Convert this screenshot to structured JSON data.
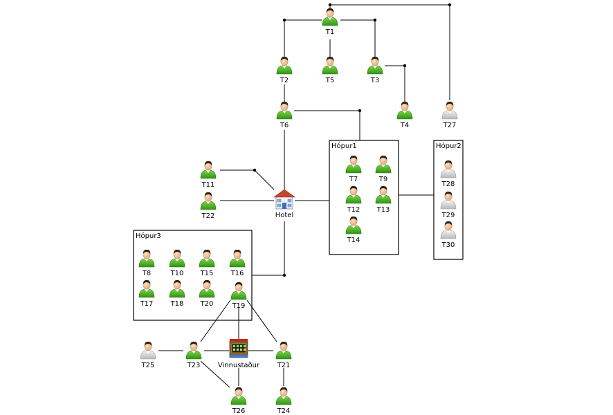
{
  "diagram": {
    "groups": [
      {
        "id": "g1",
        "label": "Hópur1"
      },
      {
        "id": "g2",
        "label": "Hópur2"
      },
      {
        "id": "g3",
        "label": "Hópur3"
      }
    ],
    "nodes": [
      {
        "id": "T1",
        "label": "T1",
        "kind": "person",
        "status": "active"
      },
      {
        "id": "T2",
        "label": "T2",
        "kind": "person",
        "status": "active"
      },
      {
        "id": "T5",
        "label": "T5",
        "kind": "person",
        "status": "active"
      },
      {
        "id": "T3",
        "label": "T3",
        "kind": "person",
        "status": "active"
      },
      {
        "id": "T4",
        "label": "T4",
        "kind": "person",
        "status": "active"
      },
      {
        "id": "T27",
        "label": "T27",
        "kind": "person",
        "status": "inactive"
      },
      {
        "id": "T6",
        "label": "T6",
        "kind": "person",
        "status": "active"
      },
      {
        "id": "T11",
        "label": "T11",
        "kind": "person",
        "status": "active"
      },
      {
        "id": "T22",
        "label": "T22",
        "kind": "person",
        "status": "active"
      },
      {
        "id": "Hotel",
        "label": "Hotel",
        "kind": "hotel"
      },
      {
        "id": "T7",
        "label": "T7",
        "kind": "person",
        "status": "active"
      },
      {
        "id": "T9",
        "label": "T9",
        "kind": "person",
        "status": "active"
      },
      {
        "id": "T12",
        "label": "T12",
        "kind": "person",
        "status": "active"
      },
      {
        "id": "T13",
        "label": "T13",
        "kind": "person",
        "status": "active"
      },
      {
        "id": "T14",
        "label": "T14",
        "kind": "person",
        "status": "active"
      },
      {
        "id": "T28",
        "label": "T28",
        "kind": "person",
        "status": "inactive"
      },
      {
        "id": "T29",
        "label": "T29",
        "kind": "person",
        "status": "inactive"
      },
      {
        "id": "T30",
        "label": "T30",
        "kind": "person",
        "status": "inactive"
      },
      {
        "id": "T8",
        "label": "T8",
        "kind": "person",
        "status": "active"
      },
      {
        "id": "T10",
        "label": "T10",
        "kind": "person",
        "status": "active"
      },
      {
        "id": "T15",
        "label": "T15",
        "kind": "person",
        "status": "active"
      },
      {
        "id": "T16",
        "label": "T16",
        "kind": "person",
        "status": "active"
      },
      {
        "id": "T17",
        "label": "T17",
        "kind": "person",
        "status": "active"
      },
      {
        "id": "T18",
        "label": "T18",
        "kind": "person",
        "status": "active"
      },
      {
        "id": "T20",
        "label": "T20",
        "kind": "person",
        "status": "active"
      },
      {
        "id": "T19",
        "label": "T19",
        "kind": "person",
        "status": "active"
      },
      {
        "id": "T25",
        "label": "T25",
        "kind": "person",
        "status": "inactive"
      },
      {
        "id": "T23",
        "label": "T23",
        "kind": "person",
        "status": "active"
      },
      {
        "id": "Vinnustadur",
        "label": "Vinnustaður",
        "kind": "workplace"
      },
      {
        "id": "T21",
        "label": "T21",
        "kind": "person",
        "status": "active"
      },
      {
        "id": "T26",
        "label": "T26",
        "kind": "person",
        "status": "active"
      },
      {
        "id": "T24",
        "label": "T24",
        "kind": "person",
        "status": "active"
      }
    ],
    "edges": [
      [
        "T1",
        "T2"
      ],
      [
        "T1",
        "T5"
      ],
      [
        "T1",
        "T3"
      ],
      [
        "T1",
        "T27"
      ],
      [
        "T3",
        "T4"
      ],
      [
        "T2",
        "T6"
      ],
      [
        "T6",
        "Hotel"
      ],
      [
        "T6",
        "g1"
      ],
      [
        "T11",
        "Hotel"
      ],
      [
        "T22",
        "Hotel"
      ],
      [
        "Hotel",
        "g1"
      ],
      [
        "Hotel",
        "g3"
      ],
      [
        "g1",
        "g2"
      ],
      [
        "T19",
        "Vinnustadur"
      ],
      [
        "T19",
        "T23"
      ],
      [
        "T19",
        "T21"
      ],
      [
        "T25",
        "T23"
      ],
      [
        "T23",
        "Vinnustadur"
      ],
      [
        "Vinnustadur",
        "T21"
      ],
      [
        "T23",
        "T26"
      ],
      [
        "Vinnustadur",
        "T26"
      ],
      [
        "T21",
        "T24"
      ]
    ],
    "colors": {
      "active_body": "#3aa517",
      "active_body_light": "#7fd14d",
      "inactive_body": "#c8c8c8",
      "inactive_body_light": "#eeeeee",
      "skin": "#f1c59a",
      "hair": "#2e241c"
    }
  }
}
